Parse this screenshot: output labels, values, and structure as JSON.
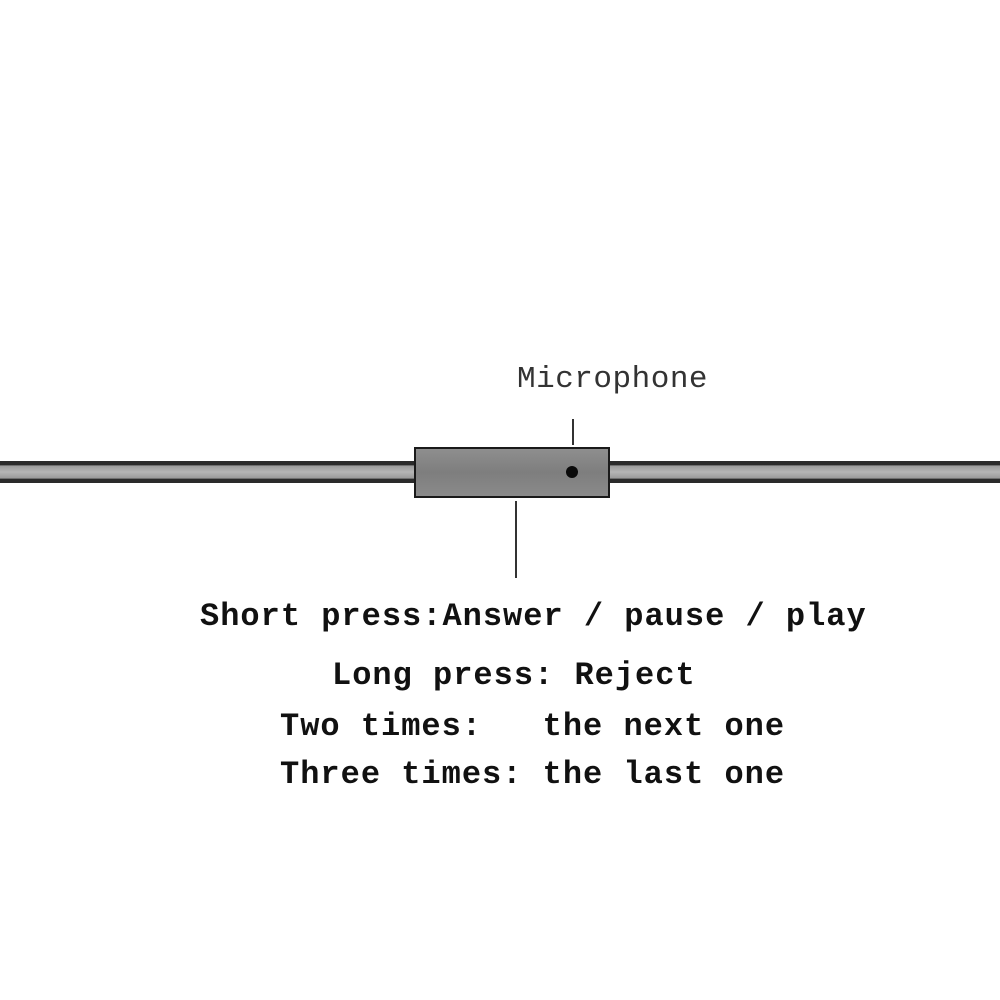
{
  "labels": {
    "microphone": "Microphone"
  },
  "instructions": [
    "Short press:Answer / pause / play",
    "Long press: Reject",
    "Two times:   the next one",
    "Three times: the last one"
  ]
}
